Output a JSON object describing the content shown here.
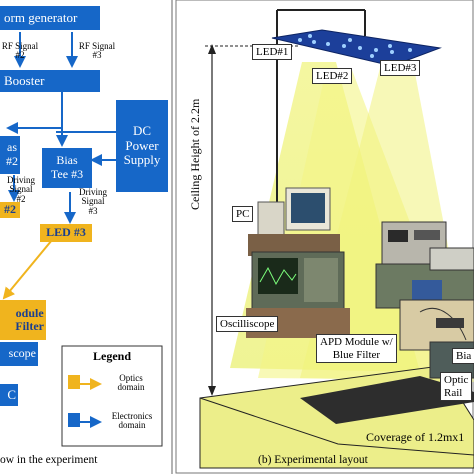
{
  "left_panel": {
    "waveform_generator": "orm generator",
    "rf_signal_2": "RF Signal\n#2",
    "rf_signal_3": "RF Signal\n#3",
    "booster": "Booster",
    "dc_power_supply": "DC\nPower\nSupply",
    "bias_tee_2_partial": "as\n#2",
    "driving_signal_2": "Driving\nSignal\n#2",
    "bias_tee_3": "Bias\nTee #3",
    "driving_signal_3": "Driving\nSignal\n#3",
    "led_2_partial": "#2",
    "led_3": "LED #3",
    "apd_module_partial": "odule\nFilter",
    "oscilloscope_partial": "scope",
    "pc_partial": "C",
    "legend": {
      "title": "Legend",
      "optics": "Optics\ndomain",
      "electronics": "Electronics\ndomain"
    },
    "caption": "ow in the experiment"
  },
  "right_panel": {
    "led1": "LED#1",
    "led2": "LED#2",
    "led3": "LED#3",
    "ceiling": "Ceiling Height of 2.2m",
    "pc": "PC",
    "oscilloscope": "Oscilliscope",
    "apd": "APD Module w/\nBlue Filter",
    "bias_partial": "Bia",
    "optical_rail_partial": "Optic\nRail",
    "coverage": "Coverage of 1.2mx1",
    "caption": "(b) Experimental layout"
  },
  "colors": {
    "electronics": "#1667c8",
    "optics": "#f0b41e",
    "light_cone": "#eef27a"
  }
}
